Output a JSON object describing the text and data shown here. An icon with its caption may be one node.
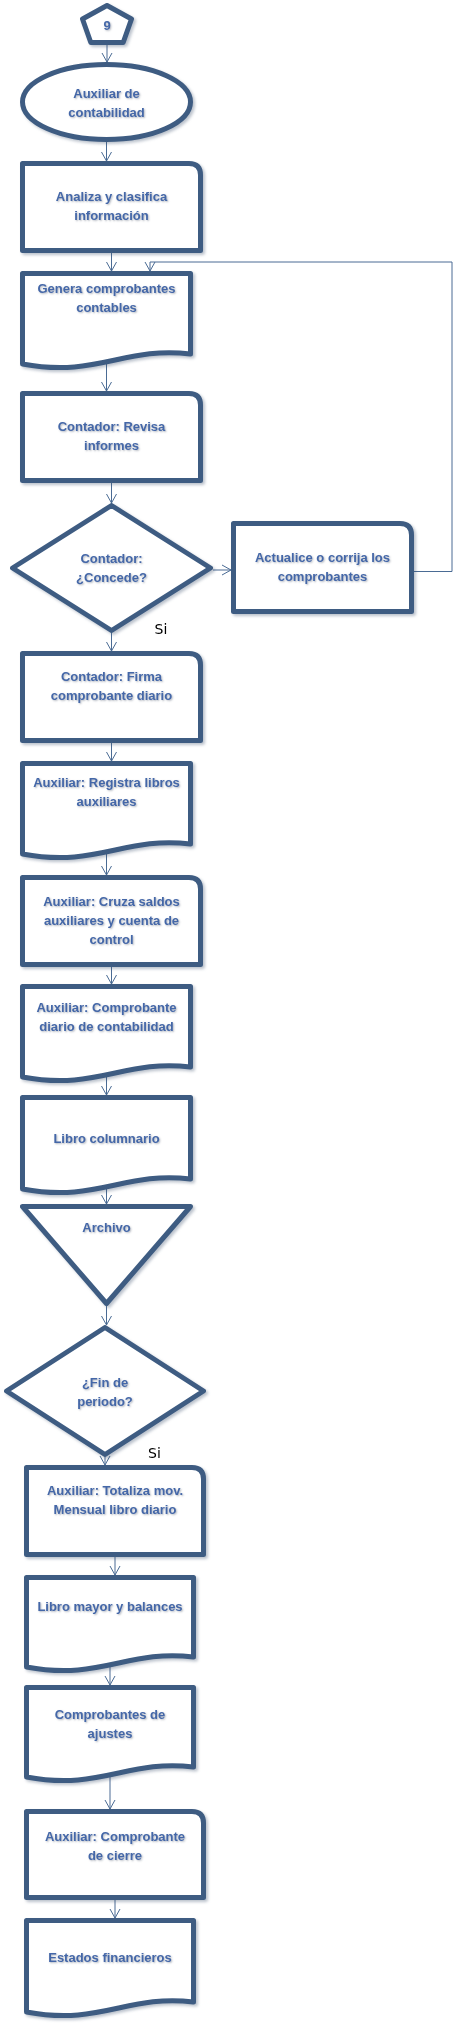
{
  "diagram": {
    "nodes": [
      {
        "text": [
          "9"
        ]
      },
      {
        "text": [
          "Auxiliar de contabilidad"
        ]
      },
      {
        "text": [
          "Analiza y clasifica información"
        ]
      },
      {
        "text": [
          "Genera comprobantes contables"
        ]
      },
      {
        "text": [
          "Contador: Revisa informes"
        ]
      },
      {
        "text": [
          "Contador: ¿Concede?"
        ]
      },
      {
        "text": [
          "Actualice o corrija los comprobantes"
        ]
      },
      {
        "text": [
          "Contador: Firma comprobante diario"
        ]
      },
      {
        "text": [
          "Auxiliar: Registra libros auxiliares"
        ]
      },
      {
        "text": [
          "Auxiliar: Cruza saldos auxiliares y cuenta de control"
        ]
      },
      {
        "text": [
          "Auxiliar: Comprobante diario de contabilidad"
        ]
      },
      {
        "text": [
          "Libro columnario"
        ]
      },
      {
        "text": [
          "Archivo"
        ]
      },
      {
        "text": [
          "¿Fin de periodo?"
        ]
      },
      {
        "text": [
          "Auxiliar: Totaliza mov. Mensual libro diario"
        ]
      },
      {
        "text": [
          "Libro mayor y balances"
        ]
      },
      {
        "text": [
          "Comprobantes de ajustes"
        ]
      },
      {
        "text": [
          "Auxiliar: Comprobante de cierre"
        ]
      },
      {
        "text": [
          "Estados financieros"
        ]
      }
    ],
    "edges": [
      {
        "from": 0,
        "to": 1,
        "arrow": "to"
      },
      {
        "from": 1,
        "to": 2,
        "arrow": "to"
      },
      {
        "from": 2,
        "to": 3,
        "arrow": "to"
      },
      {
        "from": 3,
        "to": 4,
        "arrow": "to"
      },
      {
        "from": 4,
        "to": 5,
        "arrow": "to"
      },
      {
        "from": 5,
        "to": 6,
        "arrow": "to"
      },
      {
        "from": 5,
        "to": 7,
        "arrow": "to",
        "label": "Si"
      },
      {
        "from": 6,
        "to": 3,
        "arrow": "to"
      },
      {
        "from": 7,
        "to": 8,
        "arrow": "to"
      },
      {
        "from": 8,
        "to": 9,
        "arrow": "to"
      },
      {
        "from": 9,
        "to": 10,
        "arrow": "to"
      },
      {
        "from": 10,
        "to": 11,
        "arrow": "to"
      },
      {
        "from": 11,
        "to": 12,
        "arrow": "to"
      },
      {
        "from": 12,
        "to": 13,
        "arrow": "to"
      },
      {
        "from": 13,
        "to": 14,
        "arrow": "to",
        "label": "Si"
      },
      {
        "from": 14,
        "to": 15,
        "arrow": "to"
      },
      {
        "from": 15,
        "to": 16,
        "arrow": "to"
      },
      {
        "from": 16,
        "to": 17,
        "arrow": "to"
      },
      {
        "from": 17,
        "to": 18,
        "arrow": "to"
      }
    ]
  }
}
